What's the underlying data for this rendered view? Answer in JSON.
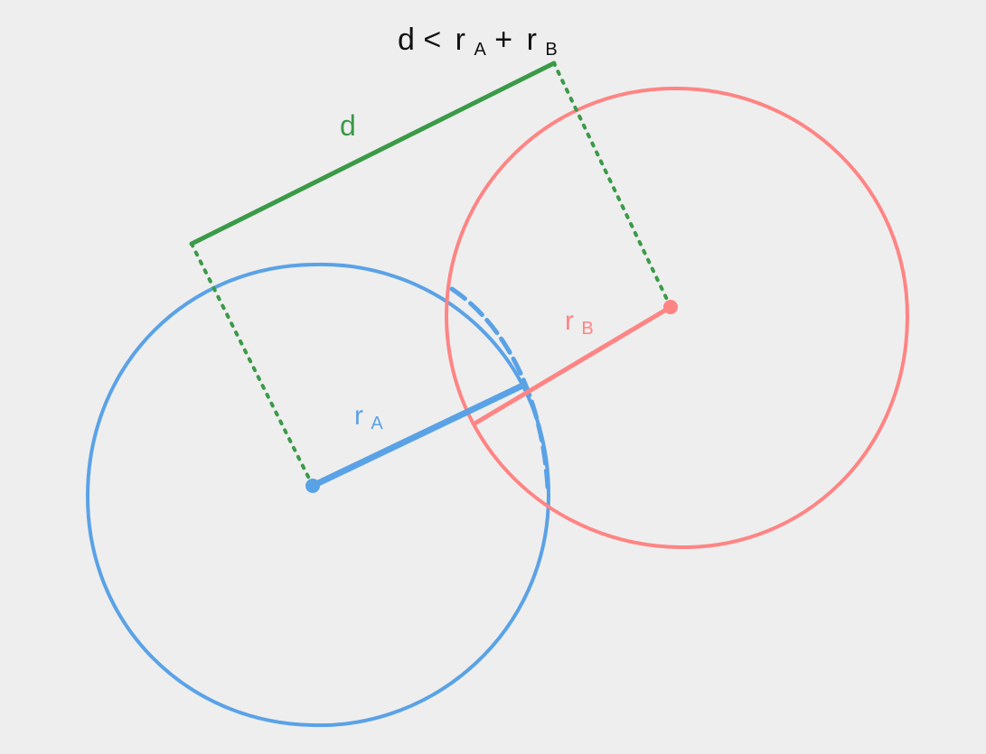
{
  "colors": {
    "background": "#eeeeee",
    "circle_a": "#5aa2e6",
    "circle_b": "#ff8484",
    "distance": "#3a9a48",
    "text": "#111111"
  },
  "labels": {
    "inequality": {
      "lhs": "d <",
      "ra_main": "r",
      "ra_sub": "A",
      "plus": "+",
      "rb_main": "r",
      "rb_sub": "B"
    },
    "d": "d",
    "ra": {
      "main": "r",
      "sub": "A"
    },
    "rb": {
      "main": "r",
      "sub": "B"
    }
  }
}
